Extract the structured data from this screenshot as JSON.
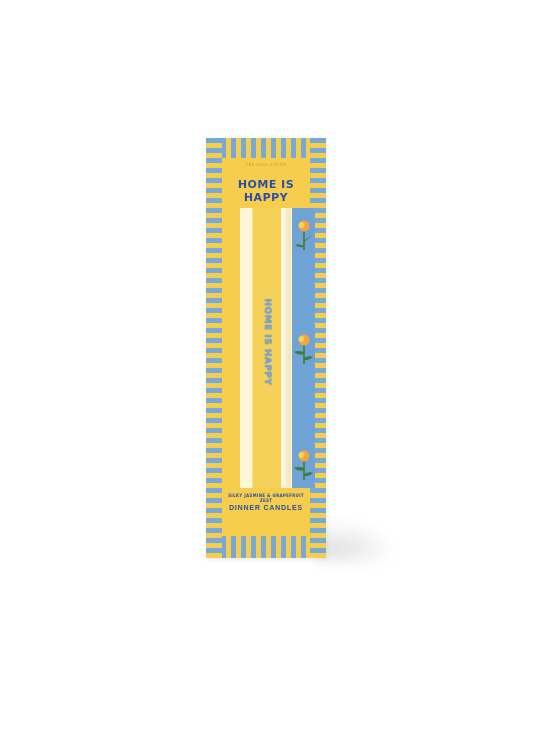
{
  "product": {
    "brand_mark": "THE SOUL SOUND",
    "headline_line1": "HOME IS",
    "headline_line2": "HAPPY",
    "candle_text": "HOME IS HAPPY",
    "subtitle": "SILKY JASMINE & GRAPEFRUIT ZEST",
    "title": "DINNER CANDLES",
    "colors": {
      "yellow": "#f6cd4c",
      "blue": "#76a9d8",
      "navy": "#2a4fa8",
      "cream": "#fdf7d8"
    },
    "icons": [
      "flower-icon",
      "flower-icon",
      "flower-icon"
    ]
  }
}
